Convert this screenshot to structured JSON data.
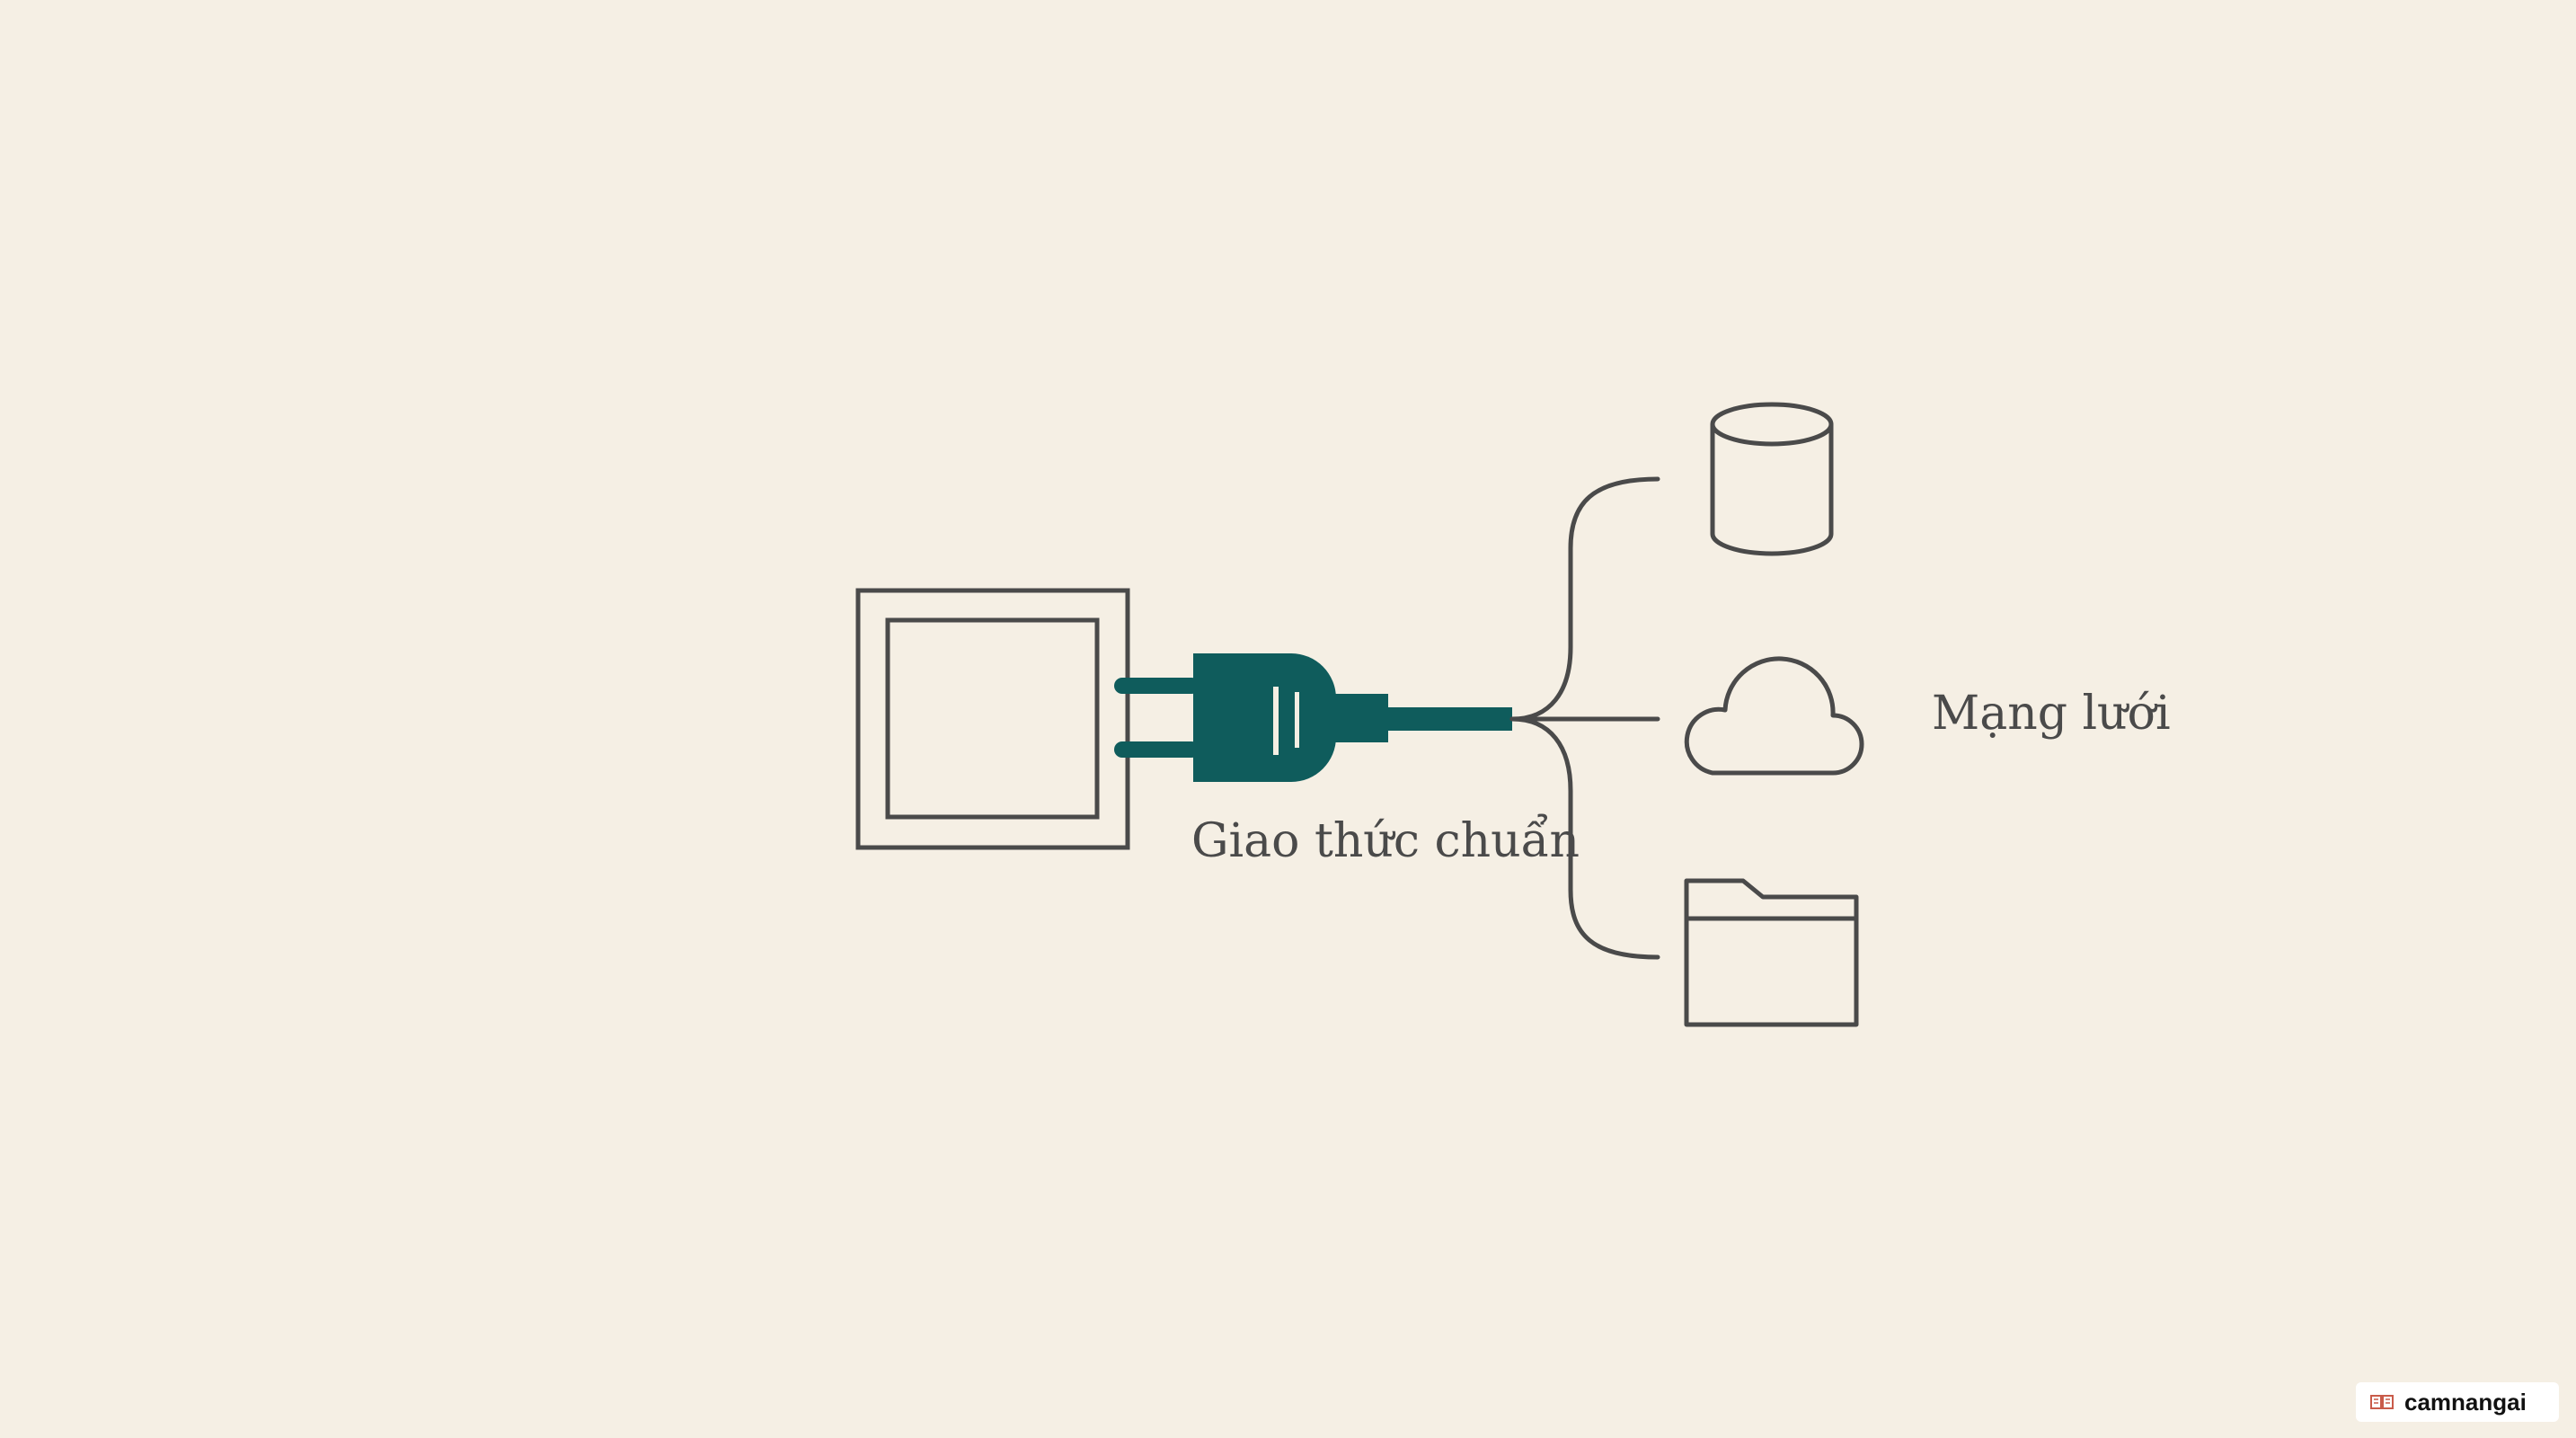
{
  "diagram": {
    "protocol_label": "Giao thức chuẩn",
    "network_label": "Mạng lưới",
    "nodes": {
      "device": "device-icon",
      "plug": "plug-icon",
      "database": "database-icon",
      "cloud": "cloud-icon",
      "folder": "folder-icon"
    }
  },
  "watermark": {
    "text": "camnangai",
    "icon": "book-icon"
  },
  "colors": {
    "background": "#f5efe4",
    "stroke": "#4a4a4a",
    "plug": "#0f5c5c"
  }
}
